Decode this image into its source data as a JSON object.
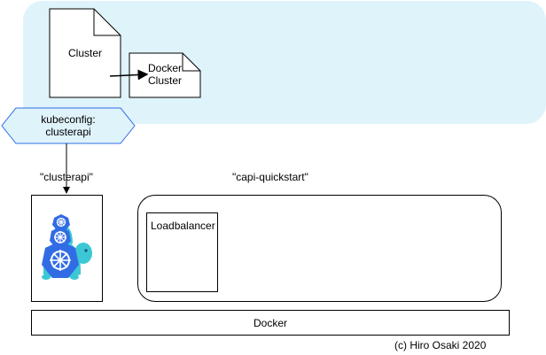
{
  "nodes": {
    "cluster": "Cluster",
    "docker_cluster_line1": "Docker",
    "docker_cluster_line2": "Cluster",
    "kubeconfig_line1": "kubeconfig:",
    "kubeconfig_line2": "clusterapi",
    "clusterapi_label": "\"clusterapi\"",
    "capi_quickstart_label": "\"capi-quickstart\"",
    "loadbalancer": "Loadbalancer",
    "docker": "Docker"
  },
  "footer": {
    "credit": "(c) Hiro Osaki 2020"
  },
  "icons": {
    "kubernetes_mascot": "kubernetes-turtle-stack-icon"
  },
  "colors": {
    "zone_fill": "#dff3fb",
    "k8s_blue": "#326ce5",
    "turtle_teal": "#3bc8d4",
    "stroke": "#000000"
  }
}
